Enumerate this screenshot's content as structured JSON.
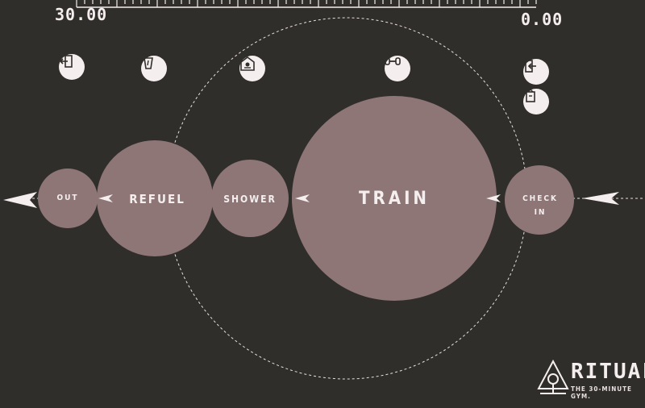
{
  "timeline": {
    "start_label": "30.00",
    "end_label": "0.00"
  },
  "stages": {
    "out": "OUT",
    "refuel": "REFUEL",
    "shower": "SHOWER",
    "train": "TRAIN",
    "check_in": "CHECK\nIN"
  },
  "icons": {
    "exit": "exit-door-icon",
    "drink": "drink-cup-icon",
    "shower": "shower-icon",
    "train": "dumbbell-icon",
    "check_in": "entry-door-icon",
    "locker": "locker-icon"
  },
  "brand": {
    "name": "RITUAL",
    "tagline": "THE 30-MINUTE GYM."
  },
  "colors": {
    "background": "#302e2b",
    "circle_fill": "#8e7676",
    "text": "#f4eeee"
  }
}
